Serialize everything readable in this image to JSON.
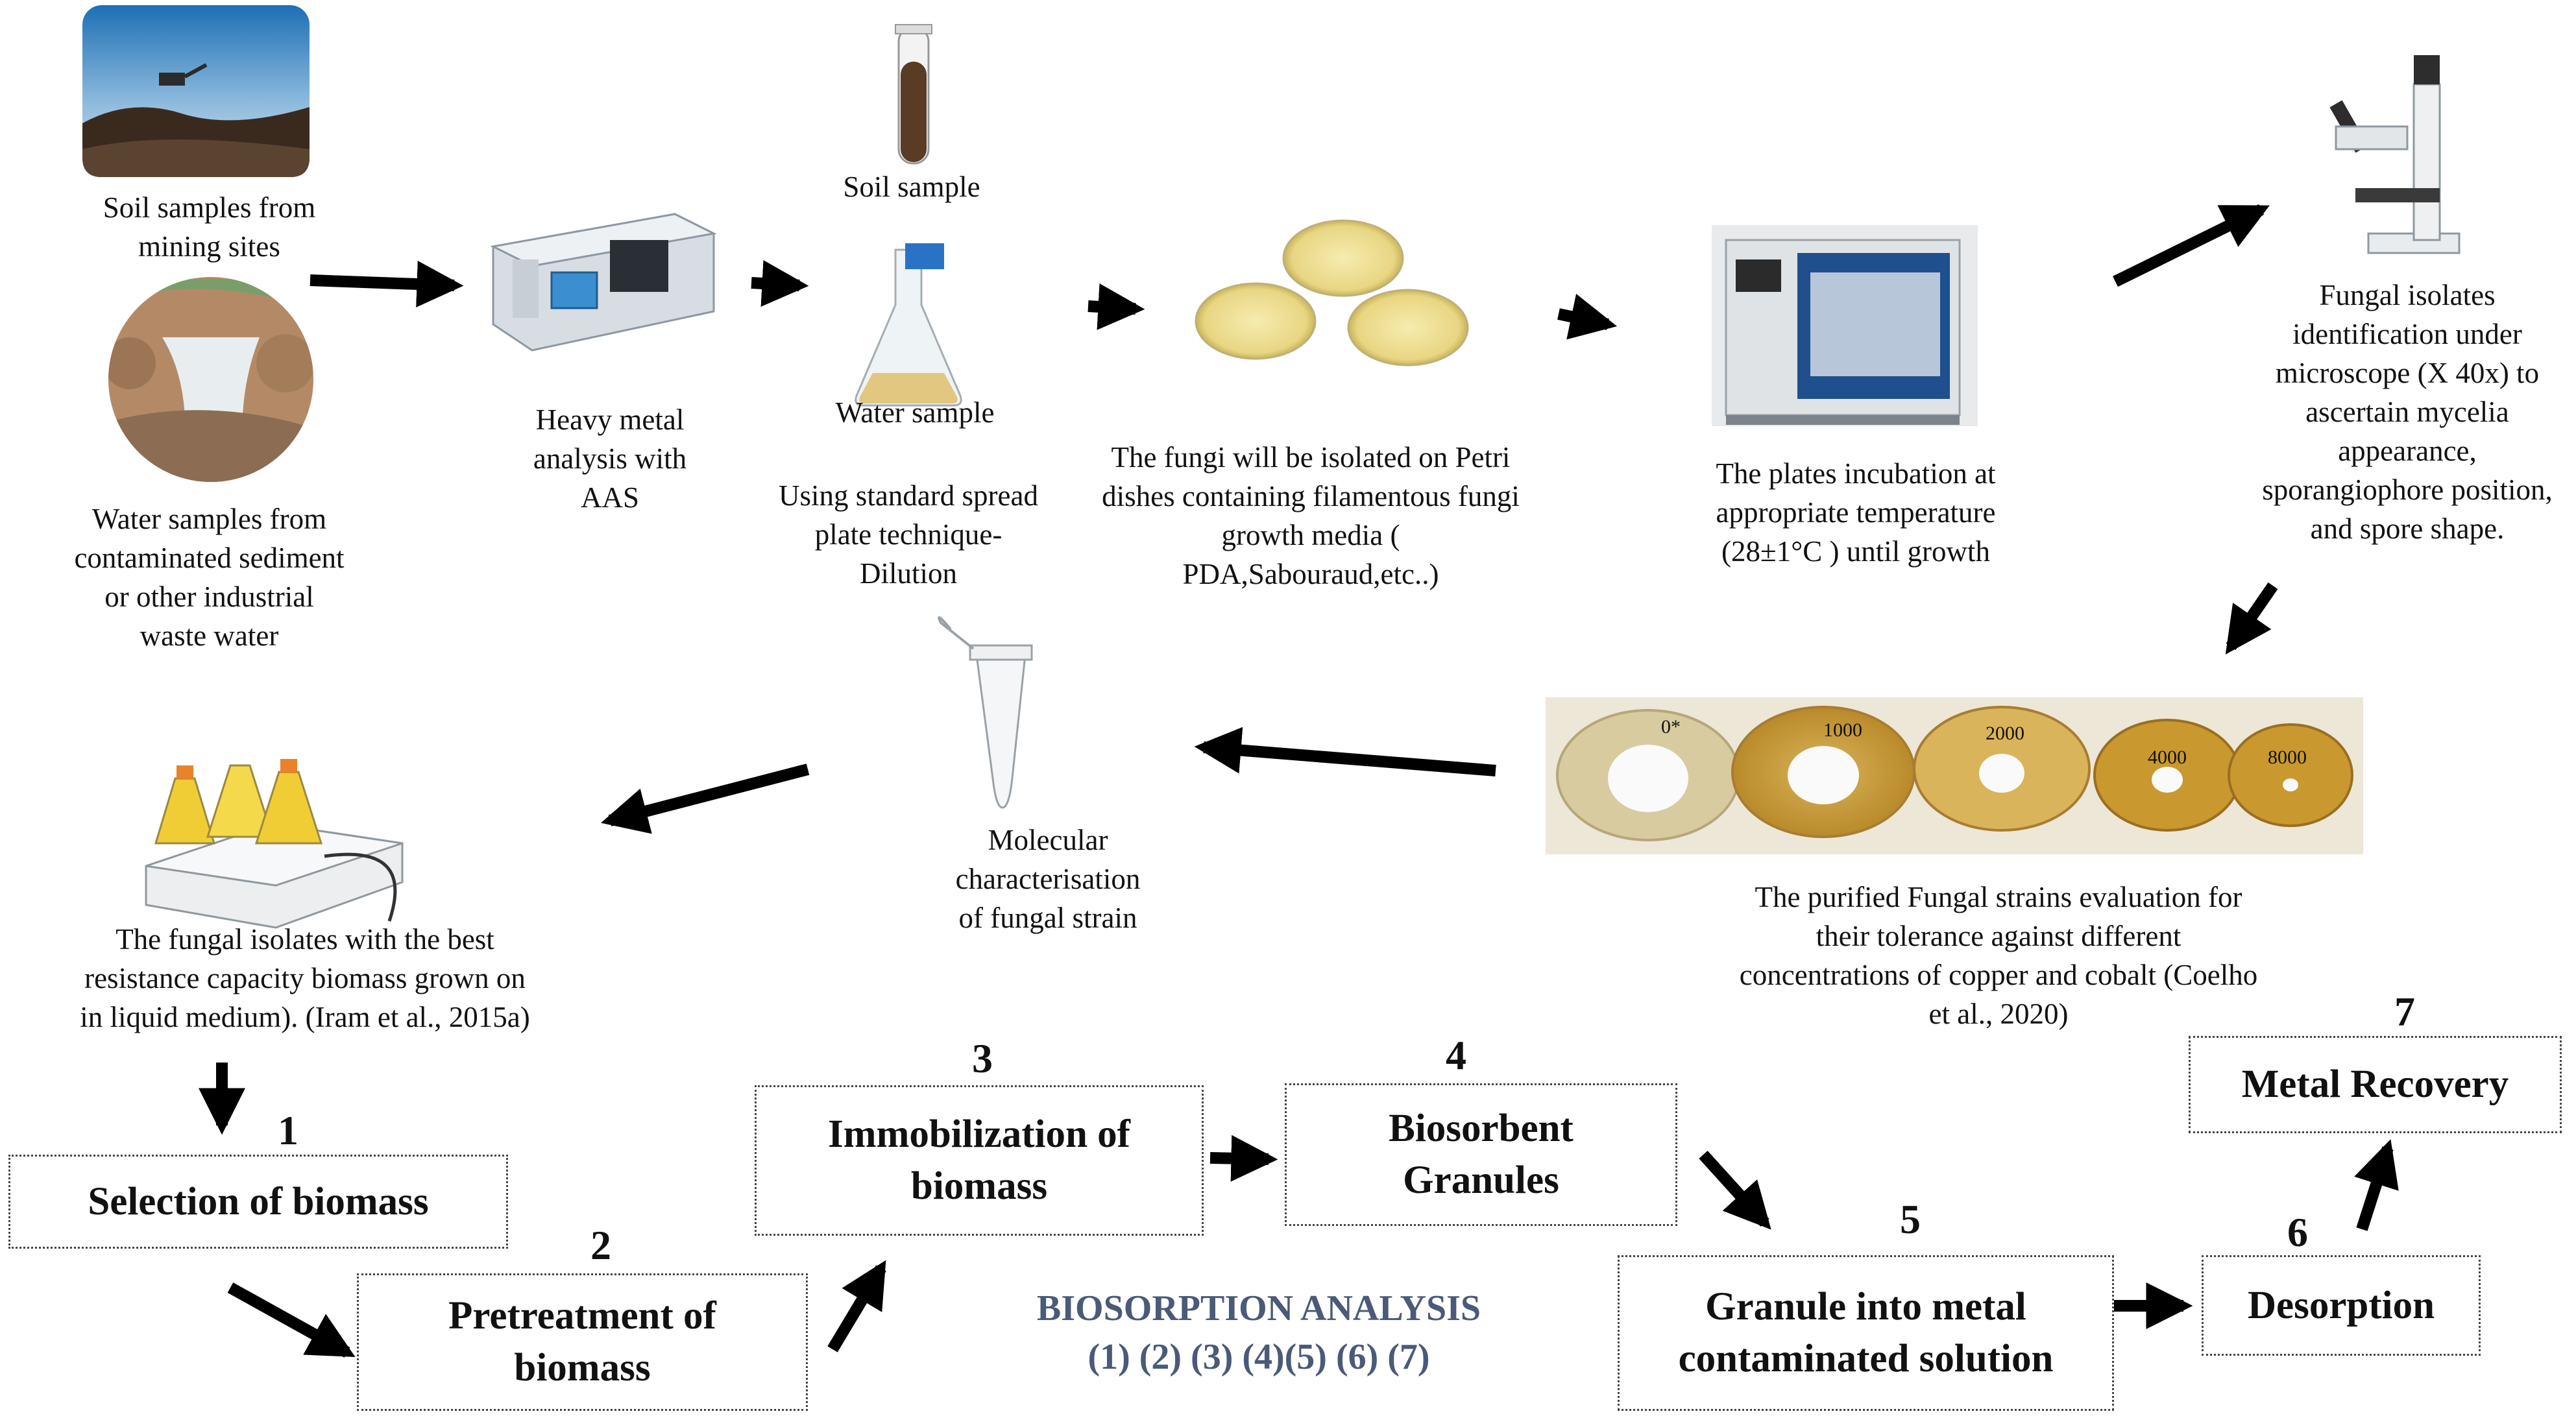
{
  "labels": {
    "soil_mining": "Soil samples from\nmining sites",
    "water_samples": "Water samples from\ncontaminated sediment\nor other industrial\nwaste water",
    "heavy_metal": "Heavy metal\nanalysis with\nAAS",
    "soil_sample": "Soil sample",
    "water_sample": "Water sample",
    "spread_plate": "Using  standard spread\nplate technique-\nDilution",
    "fungi_isolated": "The fungi will be isolated on Petri\ndishes containing filamentous fungi\ngrowth media (\nPDA,Sabouraud,etc..)",
    "incubation": "The plates  incubation at\nappropriate temperature\n(28±1°C ) until growth",
    "microscope": "Fungal isolates\nidentification under\nmicroscope (X 40x) to\nascertain mycelia\nappearance,\nsporangiophore position,\nand spore shape.",
    "purified": "The purified Fungal strains evaluation for\ntheir tolerance against different\nconcentrations of copper and cobalt (Coelho\net al., 2020)",
    "molecular": "Molecular\ncharacterisation\nof fungal strain",
    "fungal_best": "The fungal isolates with  the best\nresistance capacity biomass grown on\nin liquid medium). (Iram et al., 2015a)"
  },
  "plate_labels": [
    "0*",
    "1000",
    "2000",
    "4000",
    "8000"
  ],
  "steps": [
    {
      "num": "1",
      "label": "Selection of biomass"
    },
    {
      "num": "2",
      "label": "Pretreatment of\nbiomass"
    },
    {
      "num": "3",
      "label": "Immobilization of\nbiomass"
    },
    {
      "num": "4",
      "label": "Biosorbent\nGranules"
    },
    {
      "num": "5",
      "label": "Granule into metal\ncontaminated solution"
    },
    {
      "num": "6",
      "label": "Desorption"
    },
    {
      "num": "7",
      "label": "Metal Recovery"
    }
  ],
  "biosorption": {
    "title": "BIOSORPTION ANALYSIS",
    "sequence": "(1) (2) (3) (4)(5) (6) (7)"
  }
}
